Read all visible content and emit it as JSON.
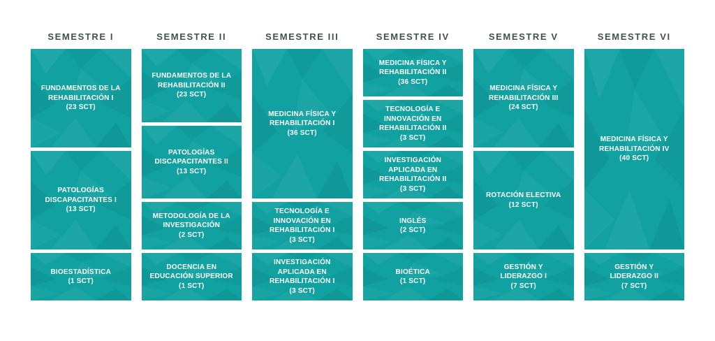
{
  "theme": {
    "background": "#ffffff",
    "block_color": "#11a1a1",
    "header_color": "#40514f",
    "block_text_color": "#ffffff"
  },
  "columns": [
    {
      "header": "SEMESTRE I",
      "blocks": [
        {
          "title": "FUNDAMENTOS DE LA REHABILITACIÓN I",
          "credits": "(23 SCT)"
        },
        {
          "title": "PATOLOGÍAS DISCAPACITANTES I",
          "credits": "(13 SCT)"
        },
        {
          "title": "BIOESTADÍSTICA",
          "credits": "(1 SCT)"
        }
      ]
    },
    {
      "header": "SEMESTRE II",
      "blocks": [
        {
          "title": "FUNDAMENTOS DE LA REHABILITACIÓN II",
          "credits": "(23 SCT)"
        },
        {
          "title": "PATOLOGÍAS DISCAPACITANTES II",
          "credits": "(13 SCT)"
        },
        {
          "title": "METODOLOGÍA DE LA INVESTIGACIÓN",
          "credits": "(2 SCT)"
        },
        {
          "title": "DOCENCIA EN EDUCACIÓN SUPERIOR",
          "credits": "(1 SCT)"
        }
      ]
    },
    {
      "header": "SEMESTRE III",
      "blocks": [
        {
          "title": "MEDICINA FÍSICA Y REHABILITACIÓN I",
          "credits": "(36 SCT)"
        },
        {
          "title": "TECNOLOGÍA E INNOVACIÓN EN REHABILITACIÓN I",
          "credits": "(3 SCT)"
        },
        {
          "title": "INVESTIGACIÓN APLICADA EN REHABILITACIÓN I",
          "credits": "(3 SCT)"
        }
      ]
    },
    {
      "header": "SEMESTRE IV",
      "blocks": [
        {
          "title": "MEDICINA FÍSICA Y REHABILITACIÓN II",
          "credits": "(36 SCT)"
        },
        {
          "title": "TECNOLOGÍA E INNOVACIÓN EN REHABILITACIÓN II",
          "credits": "(3 SCT)"
        },
        {
          "title": "INVESTIGACIÓN APLICADA EN REHABILITACIÓN II",
          "credits": "(3 SCT)"
        },
        {
          "title": "INGLÉS",
          "credits": "(2 SCT)"
        },
        {
          "title": "BIOÉTICA",
          "credits": "(1 SCT)"
        }
      ]
    },
    {
      "header": "SEMESTRE V",
      "blocks": [
        {
          "title": "MEDICINA FÍSICA Y REHABILITACIÓN III",
          "credits": "(24 SCT)"
        },
        {
          "title": "ROTACIÓN ELECTIVA",
          "credits": "(12 SCT)"
        },
        {
          "title": "GESTIÓN Y LIDERAZGO I",
          "credits": "(7 SCT)"
        }
      ]
    },
    {
      "header": "SEMESTRE VI",
      "blocks": [
        {
          "title": "MEDICINA FÍSICA Y REHABILITACIÓN IV",
          "credits": "(40 SCT)"
        },
        {
          "title": "GESTIÓN Y LIDERAZGO II",
          "credits": "(7 SCT)"
        }
      ]
    }
  ]
}
